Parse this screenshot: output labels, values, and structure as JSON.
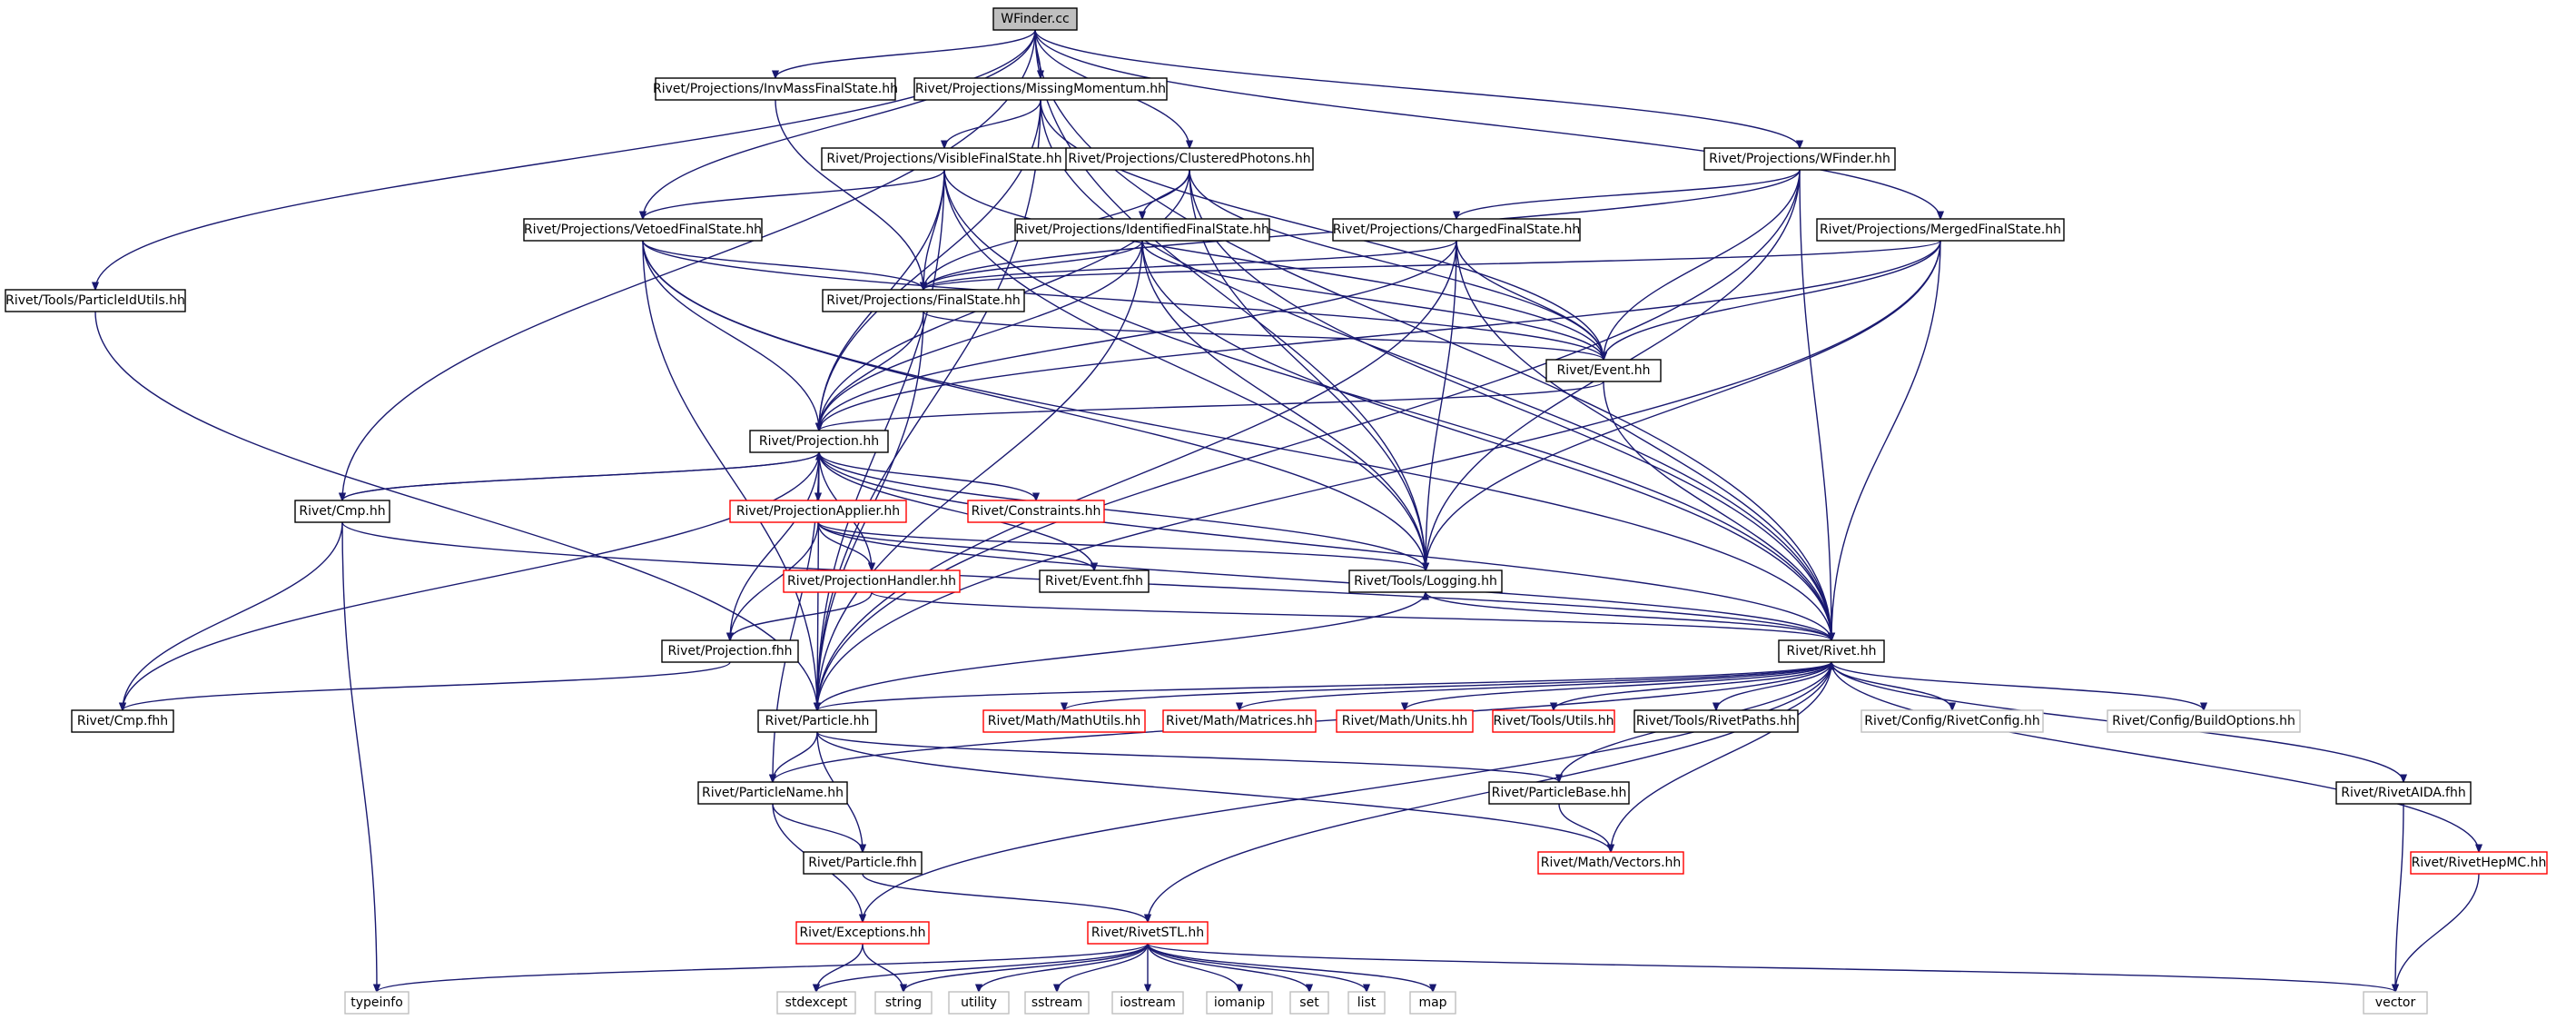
{
  "diagram": {
    "nodes": [
      {
        "id": "wfinder_cc",
        "label": "WFinder.cc",
        "style": "root"
      },
      {
        "id": "invmass",
        "label": "Rivet/Projections/InvMassFinalState.hh",
        "style": "black"
      },
      {
        "id": "missmom",
        "label": "Rivet/Projections/MissingMomentum.hh",
        "style": "black"
      },
      {
        "id": "visfs",
        "label": "Rivet/Projections/VisibleFinalState.hh",
        "style": "black"
      },
      {
        "id": "clphot",
        "label": "Rivet/Projections/ClusteredPhotons.hh",
        "style": "black"
      },
      {
        "id": "wfinder_hh",
        "label": "Rivet/Projections/WFinder.hh",
        "style": "black"
      },
      {
        "id": "vetoedfs",
        "label": "Rivet/Projections/VetoedFinalState.hh",
        "style": "black"
      },
      {
        "id": "identfs",
        "label": "Rivet/Projections/IdentifiedFinalState.hh",
        "style": "black"
      },
      {
        "id": "chargedfs",
        "label": "Rivet/Projections/ChargedFinalState.hh",
        "style": "black"
      },
      {
        "id": "mergedfs",
        "label": "Rivet/Projections/MergedFinalState.hh",
        "style": "black"
      },
      {
        "id": "pidutils",
        "label": "Rivet/Tools/ParticleIdUtils.hh",
        "style": "black"
      },
      {
        "id": "finalstate",
        "label": "Rivet/Projections/FinalState.hh",
        "style": "black"
      },
      {
        "id": "event_hh",
        "label": "Rivet/Event.hh",
        "style": "black"
      },
      {
        "id": "projection_hh",
        "label": "Rivet/Projection.hh",
        "style": "black"
      },
      {
        "id": "cmp_hh",
        "label": "Rivet/Cmp.hh",
        "style": "black"
      },
      {
        "id": "projapplier",
        "label": "Rivet/ProjectionApplier.hh",
        "style": "red"
      },
      {
        "id": "constraints",
        "label": "Rivet/Constraints.hh",
        "style": "red"
      },
      {
        "id": "projhandler",
        "label": "Rivet/ProjectionHandler.hh",
        "style": "red"
      },
      {
        "id": "event_fhh",
        "label": "Rivet/Event.fhh",
        "style": "black"
      },
      {
        "id": "logging",
        "label": "Rivet/Tools/Logging.hh",
        "style": "black"
      },
      {
        "id": "projection_fhh",
        "label": "Rivet/Projection.fhh",
        "style": "black"
      },
      {
        "id": "rivet_hh",
        "label": "Rivet/Rivet.hh",
        "style": "black"
      },
      {
        "id": "cmp_fhh",
        "label": "Rivet/Cmp.fhh",
        "style": "black"
      },
      {
        "id": "particle_hh",
        "label": "Rivet/Particle.hh",
        "style": "black"
      },
      {
        "id": "mathutils",
        "label": "Rivet/Math/MathUtils.hh",
        "style": "red"
      },
      {
        "id": "matrices",
        "label": "Rivet/Math/Matrices.hh",
        "style": "red"
      },
      {
        "id": "units",
        "label": "Rivet/Math/Units.hh",
        "style": "red"
      },
      {
        "id": "utils",
        "label": "Rivet/Tools/Utils.hh",
        "style": "red"
      },
      {
        "id": "rivetpaths",
        "label": "Rivet/Tools/RivetPaths.hh",
        "style": "black"
      },
      {
        "id": "rivetconfig",
        "label": "Rivet/Config/RivetConfig.hh",
        "style": "gray"
      },
      {
        "id": "buildoptions",
        "label": "Rivet/Config/BuildOptions.hh",
        "style": "gray"
      },
      {
        "id": "particlename",
        "label": "Rivet/ParticleName.hh",
        "style": "black"
      },
      {
        "id": "particlebase",
        "label": "Rivet/ParticleBase.hh",
        "style": "black"
      },
      {
        "id": "rivetaida",
        "label": "Rivet/RivetAIDA.fhh",
        "style": "black"
      },
      {
        "id": "particle_fhh",
        "label": "Rivet/Particle.fhh",
        "style": "black"
      },
      {
        "id": "vectors",
        "label": "Rivet/Math/Vectors.hh",
        "style": "red"
      },
      {
        "id": "rivethepmc",
        "label": "Rivet/RivetHepMC.hh",
        "style": "red"
      },
      {
        "id": "exceptions",
        "label": "Rivet/Exceptions.hh",
        "style": "red"
      },
      {
        "id": "rivetstl",
        "label": "Rivet/RivetSTL.hh",
        "style": "red"
      },
      {
        "id": "typeinfo",
        "label": "typeinfo",
        "style": "gray"
      },
      {
        "id": "stdexcept",
        "label": "stdexcept",
        "style": "gray"
      },
      {
        "id": "string",
        "label": "string",
        "style": "gray"
      },
      {
        "id": "utility",
        "label": "utility",
        "style": "gray"
      },
      {
        "id": "sstream",
        "label": "sstream",
        "style": "gray"
      },
      {
        "id": "iostream",
        "label": "iostream",
        "style": "gray"
      },
      {
        "id": "iomanip",
        "label": "iomanip",
        "style": "gray"
      },
      {
        "id": "set",
        "label": "set",
        "style": "gray"
      },
      {
        "id": "list",
        "label": "list",
        "style": "gray"
      },
      {
        "id": "map",
        "label": "map",
        "style": "gray"
      },
      {
        "id": "vector",
        "label": "vector",
        "style": "gray"
      }
    ],
    "edges": [
      [
        "wfinder_cc",
        "invmass"
      ],
      [
        "wfinder_cc",
        "missmom"
      ],
      [
        "wfinder_cc",
        "clphot"
      ],
      [
        "wfinder_cc",
        "wfinder_hh"
      ],
      [
        "wfinder_cc",
        "vetoedfs"
      ],
      [
        "wfinder_cc",
        "mergedfs"
      ],
      [
        "wfinder_cc",
        "pidutils"
      ],
      [
        "wfinder_cc",
        "cmp_hh"
      ],
      [
        "wfinder_cc",
        "logging"
      ],
      [
        "wfinder_cc",
        "rivet_hh"
      ],
      [
        "invmass",
        "finalstate"
      ],
      [
        "missmom",
        "visfs"
      ],
      [
        "missmom",
        "event_hh"
      ],
      [
        "missmom",
        "projection_hh"
      ],
      [
        "missmom",
        "particle_hh"
      ],
      [
        "missmom",
        "rivet_hh"
      ],
      [
        "visfs",
        "vetoedfs"
      ],
      [
        "visfs",
        "finalstate"
      ],
      [
        "visfs",
        "event_hh"
      ],
      [
        "visfs",
        "projection_hh"
      ],
      [
        "visfs",
        "particle_hh"
      ],
      [
        "visfs",
        "logging"
      ],
      [
        "visfs",
        "rivet_hh"
      ],
      [
        "clphot",
        "identfs"
      ],
      [
        "clphot",
        "finalstate"
      ],
      [
        "clphot",
        "event_hh"
      ],
      [
        "clphot",
        "projection_hh"
      ],
      [
        "clphot",
        "logging"
      ],
      [
        "clphot",
        "rivet_hh"
      ],
      [
        "wfinder_hh",
        "chargedfs"
      ],
      [
        "wfinder_hh",
        "finalstate"
      ],
      [
        "wfinder_hh",
        "event_hh"
      ],
      [
        "wfinder_hh",
        "logging"
      ],
      [
        "wfinder_hh",
        "rivet_hh"
      ],
      [
        "wfinder_hh",
        "particle_hh"
      ],
      [
        "vetoedfs",
        "finalstate"
      ],
      [
        "vetoedfs",
        "event_hh"
      ],
      [
        "vetoedfs",
        "projection_hh"
      ],
      [
        "vetoedfs",
        "particle_hh"
      ],
      [
        "vetoedfs",
        "logging"
      ],
      [
        "vetoedfs",
        "rivet_hh"
      ],
      [
        "identfs",
        "finalstate"
      ],
      [
        "identfs",
        "event_hh"
      ],
      [
        "identfs",
        "projection_hh"
      ],
      [
        "identfs",
        "particle_hh"
      ],
      [
        "identfs",
        "logging"
      ],
      [
        "identfs",
        "rivet_hh"
      ],
      [
        "chargedfs",
        "finalstate"
      ],
      [
        "chargedfs",
        "event_hh"
      ],
      [
        "chargedfs",
        "projection_hh"
      ],
      [
        "chargedfs",
        "particle_hh"
      ],
      [
        "chargedfs",
        "logging"
      ],
      [
        "chargedfs",
        "rivet_hh"
      ],
      [
        "mergedfs",
        "finalstate"
      ],
      [
        "mergedfs",
        "event_hh"
      ],
      [
        "mergedfs",
        "projection_hh"
      ],
      [
        "mergedfs",
        "particle_hh"
      ],
      [
        "mergedfs",
        "logging"
      ],
      [
        "mergedfs",
        "rivet_hh"
      ],
      [
        "pidutils",
        "particle_hh"
      ],
      [
        "finalstate",
        "event_hh"
      ],
      [
        "finalstate",
        "projection_hh"
      ],
      [
        "finalstate",
        "particle_hh"
      ],
      [
        "event_hh",
        "projection_hh"
      ],
      [
        "event_hh",
        "rivet_hh"
      ],
      [
        "projection_hh",
        "cmp_hh"
      ],
      [
        "projection_hh",
        "projapplier"
      ],
      [
        "projection_hh",
        "constraints"
      ],
      [
        "projection_hh",
        "projhandler"
      ],
      [
        "projection_hh",
        "event_fhh"
      ],
      [
        "projection_hh",
        "logging"
      ],
      [
        "projection_hh",
        "projection_fhh"
      ],
      [
        "projection_hh",
        "rivet_hh"
      ],
      [
        "projection_hh",
        "cmp_fhh"
      ],
      [
        "projection_hh",
        "particle_hh"
      ],
      [
        "projection_hh",
        "particlename"
      ],
      [
        "cmp_hh",
        "projection_hh"
      ],
      [
        "cmp_hh",
        "rivet_hh"
      ],
      [
        "cmp_hh",
        "cmp_fhh"
      ],
      [
        "cmp_hh",
        "typeinfo"
      ],
      [
        "projapplier",
        "projhandler"
      ],
      [
        "projapplier",
        "event_fhh"
      ],
      [
        "projapplier",
        "logging"
      ],
      [
        "projapplier",
        "projection_fhh"
      ],
      [
        "projapplier",
        "rivet_hh"
      ],
      [
        "projhandler",
        "rivet_hh"
      ],
      [
        "projhandler",
        "projection_fhh"
      ],
      [
        "logging",
        "rivet_hh"
      ],
      [
        "projection_fhh",
        "cmp_fhh"
      ],
      [
        "rivet_hh",
        "particle_hh"
      ],
      [
        "rivet_hh",
        "mathutils"
      ],
      [
        "rivet_hh",
        "matrices"
      ],
      [
        "rivet_hh",
        "units"
      ],
      [
        "rivet_hh",
        "utils"
      ],
      [
        "rivet_hh",
        "rivetpaths"
      ],
      [
        "rivet_hh",
        "rivetconfig"
      ],
      [
        "rivet_hh",
        "buildoptions"
      ],
      [
        "rivet_hh",
        "rivetaida"
      ],
      [
        "rivet_hh",
        "rivethepmc"
      ],
      [
        "rivet_hh",
        "vectors"
      ],
      [
        "rivet_hh",
        "exceptions"
      ],
      [
        "rivet_hh",
        "rivetstl"
      ],
      [
        "rivet_hh",
        "particlename"
      ],
      [
        "particle_hh",
        "logging"
      ],
      [
        "particle_hh",
        "particlename"
      ],
      [
        "particle_hh",
        "particle_fhh"
      ],
      [
        "particle_hh",
        "particlebase"
      ],
      [
        "particle_hh",
        "vectors"
      ],
      [
        "particlebase",
        "rivet_hh"
      ],
      [
        "particlebase",
        "vectors"
      ],
      [
        "particlename",
        "particle_fhh"
      ],
      [
        "particlename",
        "exceptions"
      ],
      [
        "particle_fhh",
        "rivetstl"
      ],
      [
        "exceptions",
        "stdexcept"
      ],
      [
        "exceptions",
        "string"
      ],
      [
        "rivetstl",
        "typeinfo"
      ],
      [
        "rivetstl",
        "stdexcept"
      ],
      [
        "rivetstl",
        "string"
      ],
      [
        "rivetstl",
        "utility"
      ],
      [
        "rivetstl",
        "sstream"
      ],
      [
        "rivetstl",
        "iostream"
      ],
      [
        "rivetstl",
        "iomanip"
      ],
      [
        "rivetstl",
        "set"
      ],
      [
        "rivetstl",
        "list"
      ],
      [
        "rivetstl",
        "map"
      ],
      [
        "rivetstl",
        "vector"
      ],
      [
        "rivetaida",
        "vector"
      ],
      [
        "rivethepmc",
        "vector"
      ]
    ]
  }
}
